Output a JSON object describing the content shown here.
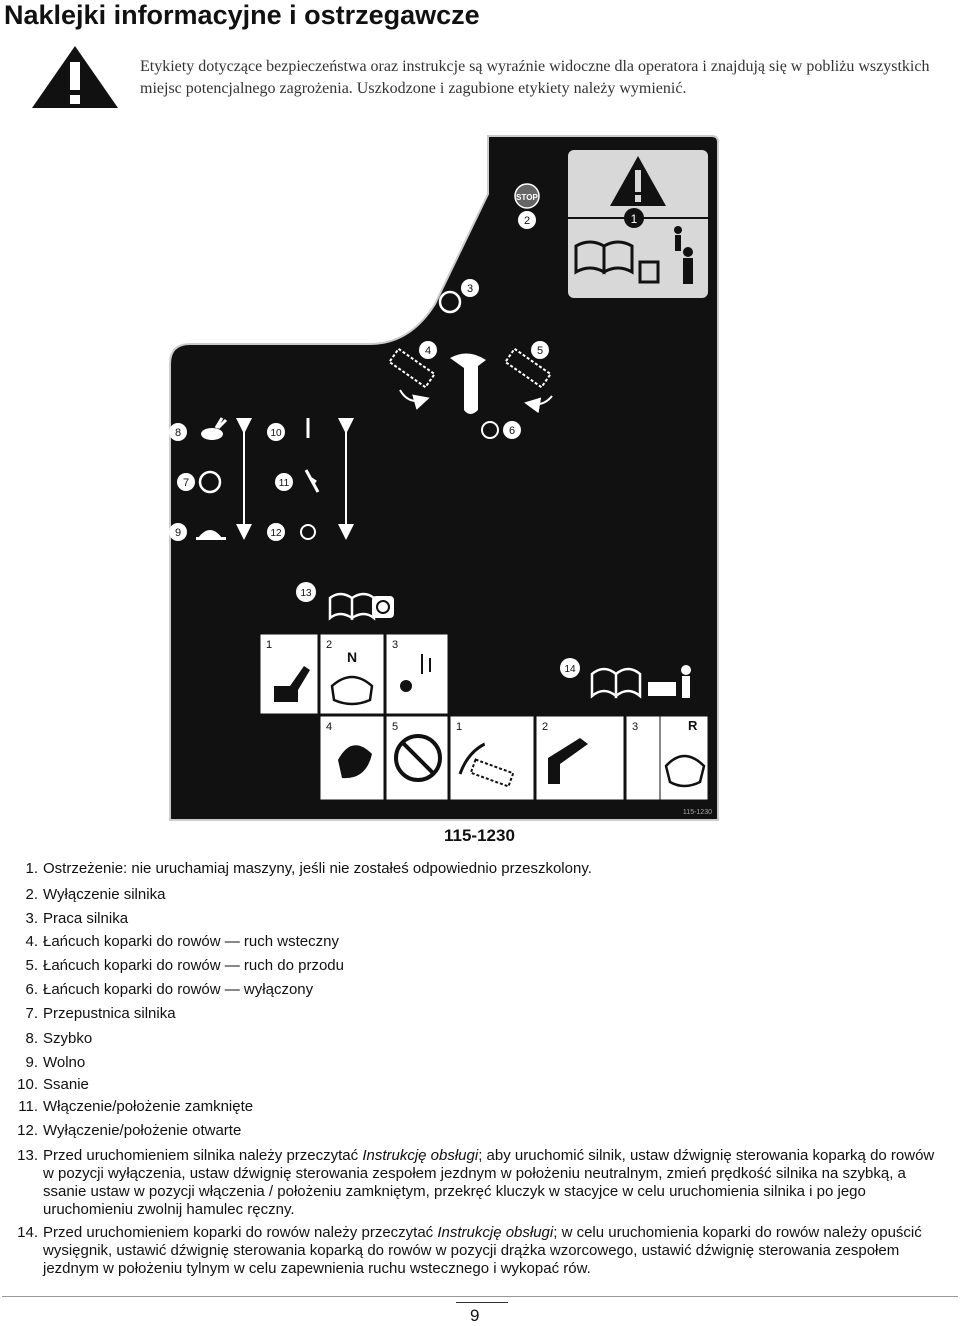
{
  "title": "Naklejki informacyjne i ostrzegawcze",
  "intro": "Etykiety dotyczące bezpieczeństwa oraz instrukcje są wyraźnie widoczne dla operatora i znajdują się w pobliżu wszystkich miejsc potencjalnego zagrożenia. Uszkodzone i zagubione etykiety należy wymienić.",
  "decal": {
    "part_number": "115-1230",
    "small_part_number": "115-1230",
    "stop_text": "STOP",
    "callouts": [
      "1",
      "2",
      "3",
      "4",
      "5",
      "6",
      "7",
      "8",
      "9",
      "10",
      "11",
      "12",
      "13",
      "14"
    ],
    "step_panel_13": [
      "1",
      "2",
      "3",
      "4",
      "5"
    ],
    "step_panel_14": [
      "1",
      "2",
      "3",
      "R"
    ],
    "neutral_letter": "N"
  },
  "items": [
    {
      "num": "1.",
      "text": "Ostrzeżenie: nie uruchamiaj maszyny, jeśli nie zostałeś odpowiednio przeszkolony."
    },
    {
      "num": "2.",
      "text": "Wyłączenie silnika"
    },
    {
      "num": "3.",
      "text": "Praca silnika"
    },
    {
      "num": "4.",
      "text": "Łańcuch koparki do rowów — ruch wsteczny"
    },
    {
      "num": "5.",
      "text": "Łańcuch koparki do rowów — ruch do przodu"
    },
    {
      "num": "6.",
      "text": "Łańcuch koparki do rowów — wyłączony"
    },
    {
      "num": "7.",
      "text": "Przepustnica silnika"
    },
    {
      "num": "8.",
      "text": "Szybko"
    },
    {
      "num": "9.",
      "text": "Wolno"
    },
    {
      "num": "10.",
      "text": "Ssanie"
    },
    {
      "num": "11.",
      "text": "Włączenie/położenie zamknięte"
    },
    {
      "num": "12.",
      "text": "Wyłączenie/położenie otwarte"
    },
    {
      "num": "13.",
      "text_before": "Przed uruchomieniem silnika należy przeczytać ",
      "text_italic": "Instrukcję obsługi",
      "text_after": "; aby uruchomić silnik, ustaw dźwignię sterowania koparką do rowów w pozycji wyłączenia, ustaw dźwignię sterowania zespołem jezdnym w położeniu neutralnym, zmień prędkość silnika na szybką, a ssanie ustaw w pozycji włączenia / położeniu zamkniętym, przekręć kluczyk w stacyjce w celu uruchomienia silnika i po jego uruchomieniu zwolnij hamulec ręczny."
    },
    {
      "num": "14.",
      "text_before": "Przed uruchomieniem koparki do rowów należy przeczytać ",
      "text_italic": "Instrukcję obsługi",
      "text_after": "; w celu uruchomienia koparki do rowów należy opuścić wysięgnik, ustawić dźwignię sterowania koparką do rowów w pozycji drążka wzorcowego, ustawić dźwignię sterowania zespołem jezdnym w położeniu tylnym w celu zapewnienia ruchu wstecznego i wykopać rów."
    }
  ],
  "page_number": "9"
}
